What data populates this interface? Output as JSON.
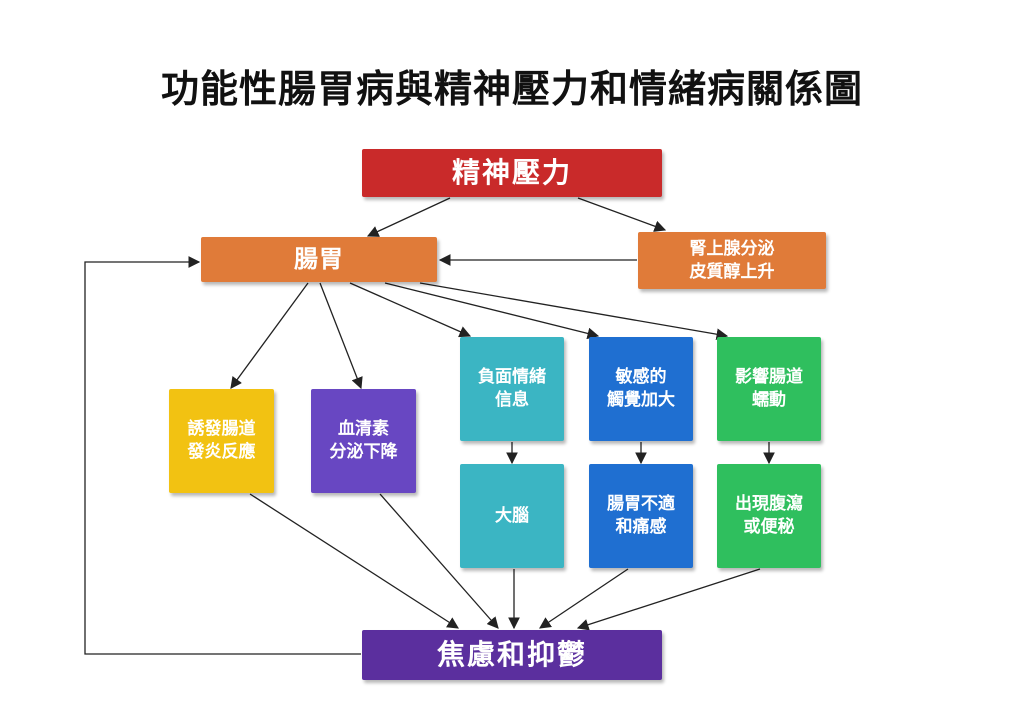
{
  "title": "功能性腸胃病與精神壓力和情緒病關係圖",
  "nodes": {
    "stress": "精神壓力",
    "gut": "腸胃",
    "cortisol": "腎上腺分泌\n皮質醇上升",
    "inflammation": "誘發腸道\n發炎反應",
    "serotonin": "血清素\n分泌下降",
    "negative_info": "負面情緒\n信息",
    "sensitivity": "敏感的\n觸覺加大",
    "motility": "影響腸道\n蠕動",
    "brain": "大腦",
    "discomfort": "腸胃不適\n和痛感",
    "diarrhea": "出現腹瀉\n或便秘",
    "anxiety": "焦慮和抑鬱"
  },
  "colors": {
    "stress": "#c92a2a",
    "gut": "#e07b39",
    "inflammation": "#f2c212",
    "serotonin": "#6847c2",
    "negative_info": "#3bb5c3",
    "sensitivity": "#1f6fd1",
    "motility": "#2fbf5e",
    "anxiety": "#5b2f9e",
    "arrow": "#222222"
  }
}
